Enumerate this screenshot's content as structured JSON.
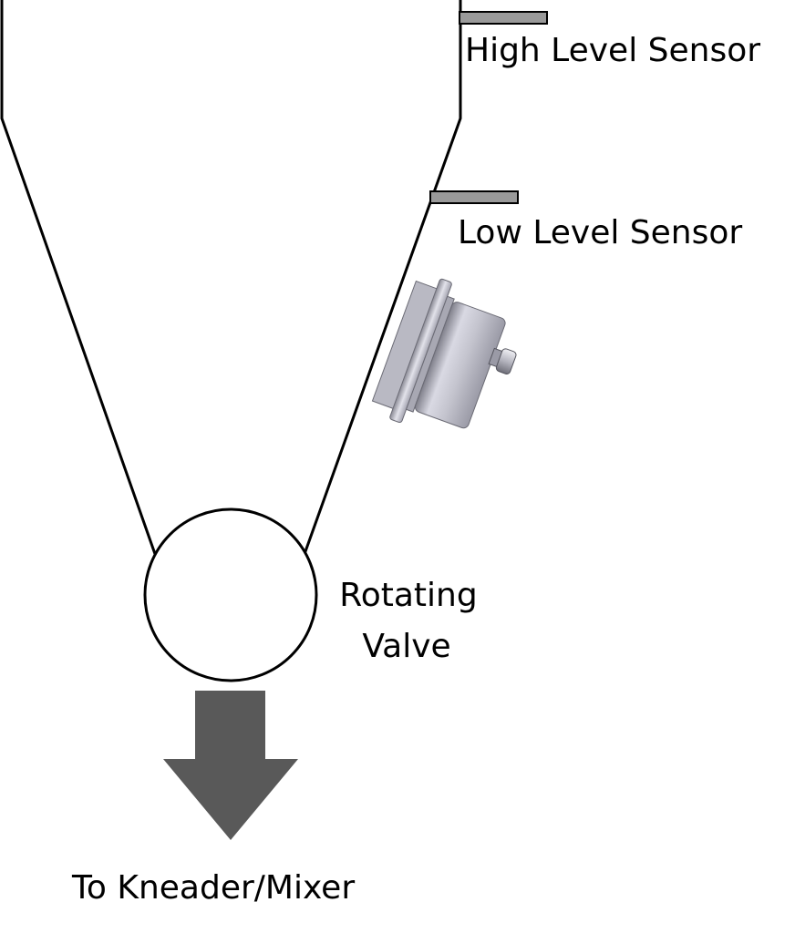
{
  "labels": {
    "high_level_sensor": "High Level Sensor",
    "low_level_sensor": "Low Level Sensor",
    "rotating_valve_line1": "Rotating",
    "rotating_valve_line2": "Valve",
    "outlet": "To Kneader/Mixer"
  },
  "colors": {
    "outline": "#000000",
    "sensor_bar": "#9a9a9a",
    "arrow": "#595959",
    "device_body": "#c9c9d3",
    "device_flange": "#d8d8e2",
    "device_shadow": "#8d8d98"
  }
}
